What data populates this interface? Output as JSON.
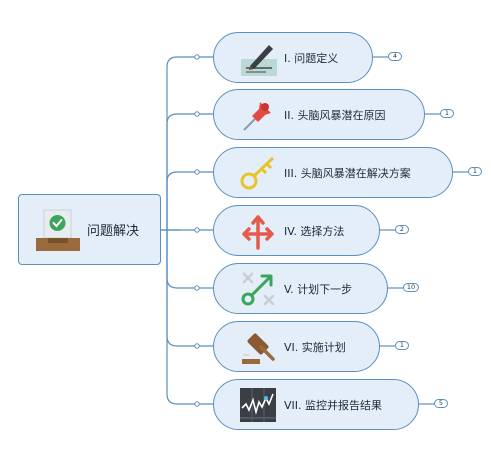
{
  "root": {
    "label": "问题解决",
    "icon": "checked-inbox-icon"
  },
  "branches": [
    {
      "label": "I. 问题定义",
      "count": "4",
      "icon": "pen-signing-icon"
    },
    {
      "label": "II. 头脑风暴潜在原因",
      "count": "1",
      "icon": "pushpin-icon"
    },
    {
      "label": "III. 头脑风暴潜在解决方案",
      "count": "1",
      "icon": "key-icon"
    },
    {
      "label": "IV. 选择方法",
      "count": "2",
      "icon": "direction-arrows-icon"
    },
    {
      "label": "V. 计划下一步",
      "count": "10",
      "icon": "tic-tac-strategy-icon"
    },
    {
      "label": "VI. 实施计划",
      "count": "1",
      "icon": "gavel-icon"
    },
    {
      "label": "VII. 监控并报告结果",
      "count": "5",
      "icon": "line-chart-icon"
    }
  ],
  "colors": {
    "line": "#5a8fbf",
    "node_fill": "#e3eef8"
  }
}
